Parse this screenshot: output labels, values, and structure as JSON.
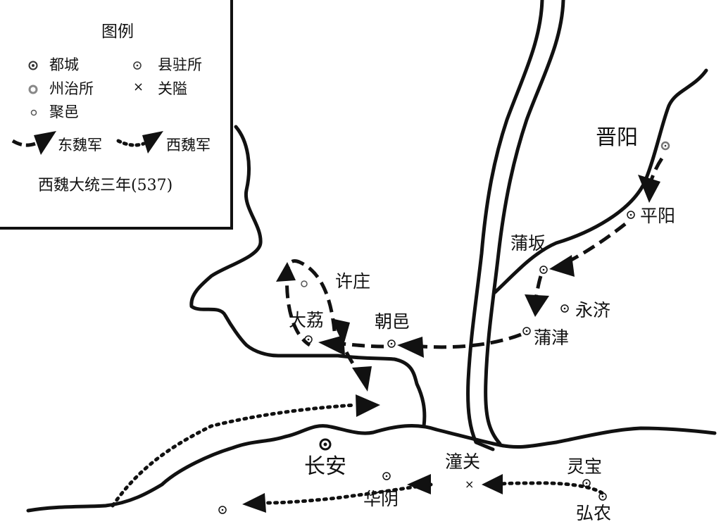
{
  "legend": {
    "title": "图例",
    "symbols": {
      "capital": "都城",
      "county_seat": "县驻所",
      "prefecture_seat": "州治所",
      "pass": "关隘",
      "settlement": "聚邑"
    },
    "armies": {
      "east_wei": "东魏军",
      "west_wei": "西魏军"
    },
    "date": "西魏大统三年(537)"
  },
  "places": {
    "jinyang": "晋阳",
    "pingyang": "平阳",
    "puban": "蒲坂",
    "yongji": "永济",
    "pujin": "蒲津",
    "xuzhuang": "许庄",
    "dali": "大荔",
    "chaoyi": "朝邑",
    "changan": "长安",
    "tongguan": "潼关",
    "lingbao": "灵宝",
    "huayin": "华阴",
    "hongnong_partial": "弘农"
  },
  "styles": {
    "ink": "#111111",
    "background": "#ffffff",
    "symbol_gray": "#777777"
  },
  "icons": {
    "capital": "double-circle-icon",
    "county_seat": "dotted-circle-icon",
    "prefecture_seat": "gray-ring-icon",
    "pass": "cross-icon",
    "settlement": "small-ring-icon"
  }
}
